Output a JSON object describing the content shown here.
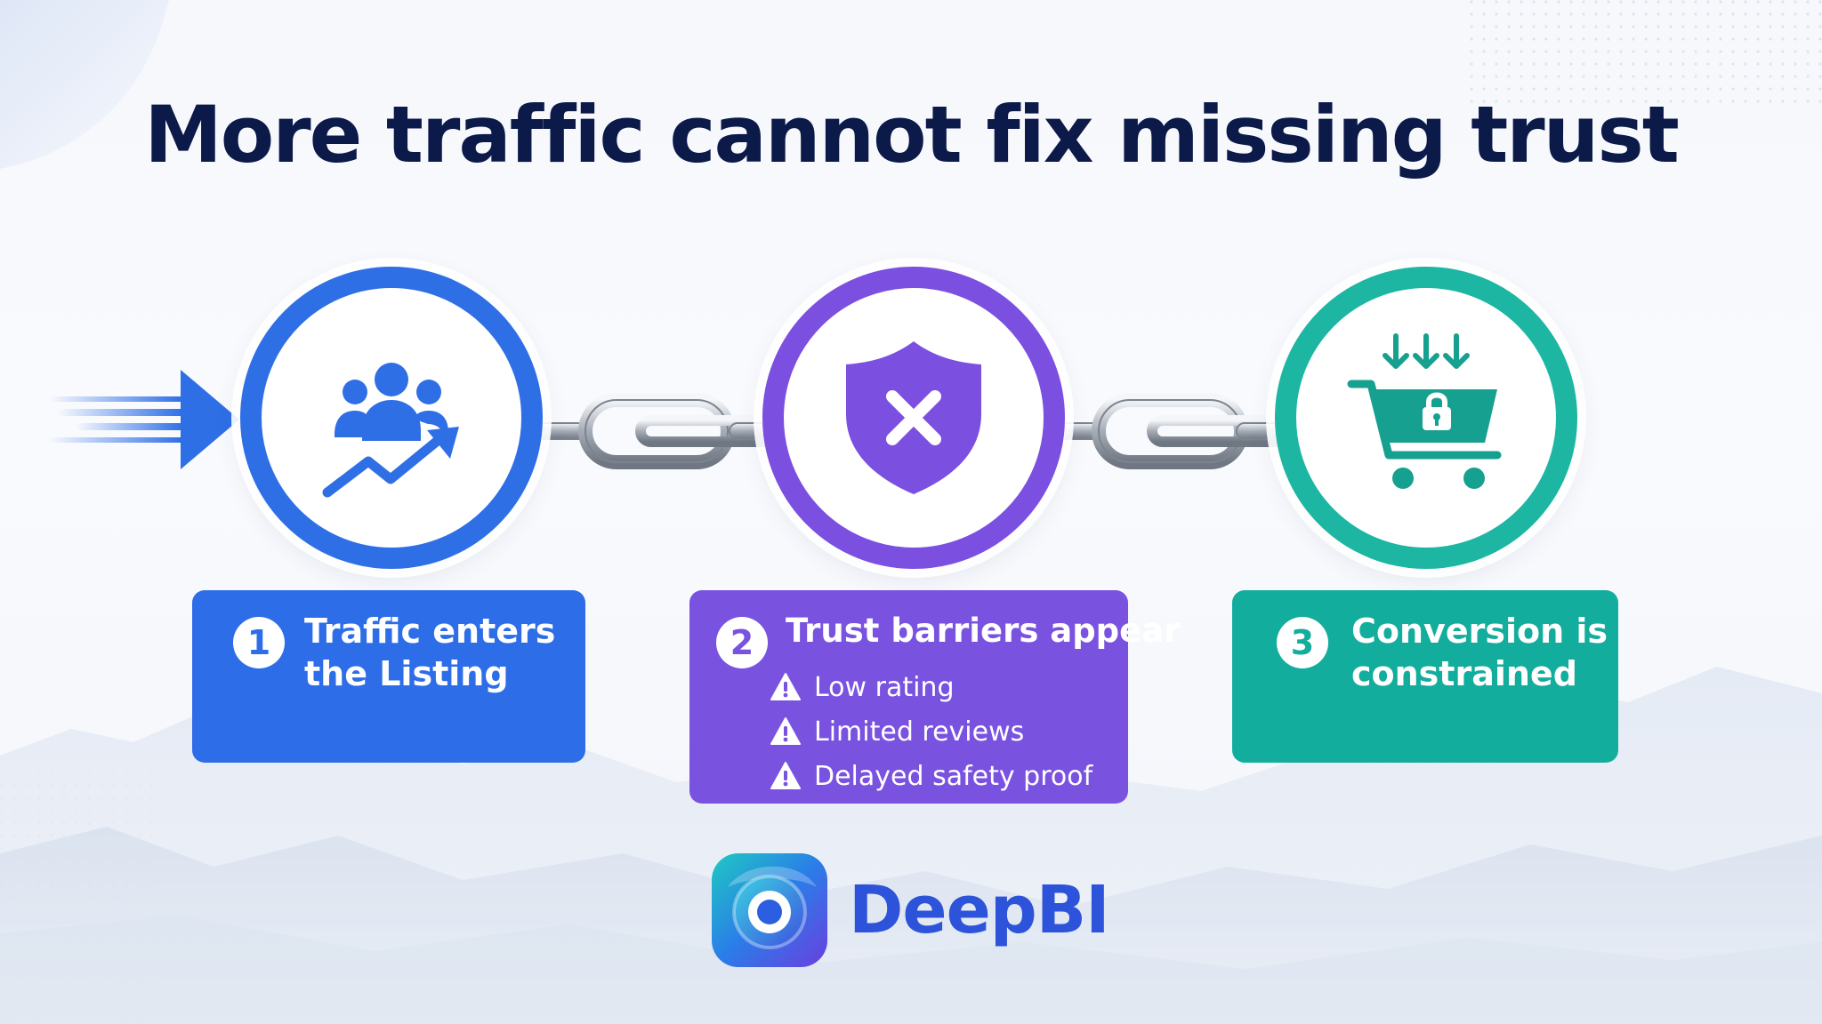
{
  "title": "More traffic cannot fix missing trust",
  "steps": [
    {
      "number": "1",
      "label": "Traffic enters the Listing",
      "icon": "audience-growth-icon",
      "color": "#2f6fe6"
    },
    {
      "number": "2",
      "label": "Trust barriers appear",
      "icon": "shield-x-icon",
      "color": "#7b4fe0",
      "barriers": [
        "Low rating",
        "Limited reviews",
        "Delayed safety proof"
      ]
    },
    {
      "number": "3",
      "label": "Conversion is constrained",
      "icon": "locked-cart-icon",
      "color": "#1db6a2"
    }
  ],
  "brand": {
    "name": "DeepBI",
    "color": "#2c53d9"
  }
}
